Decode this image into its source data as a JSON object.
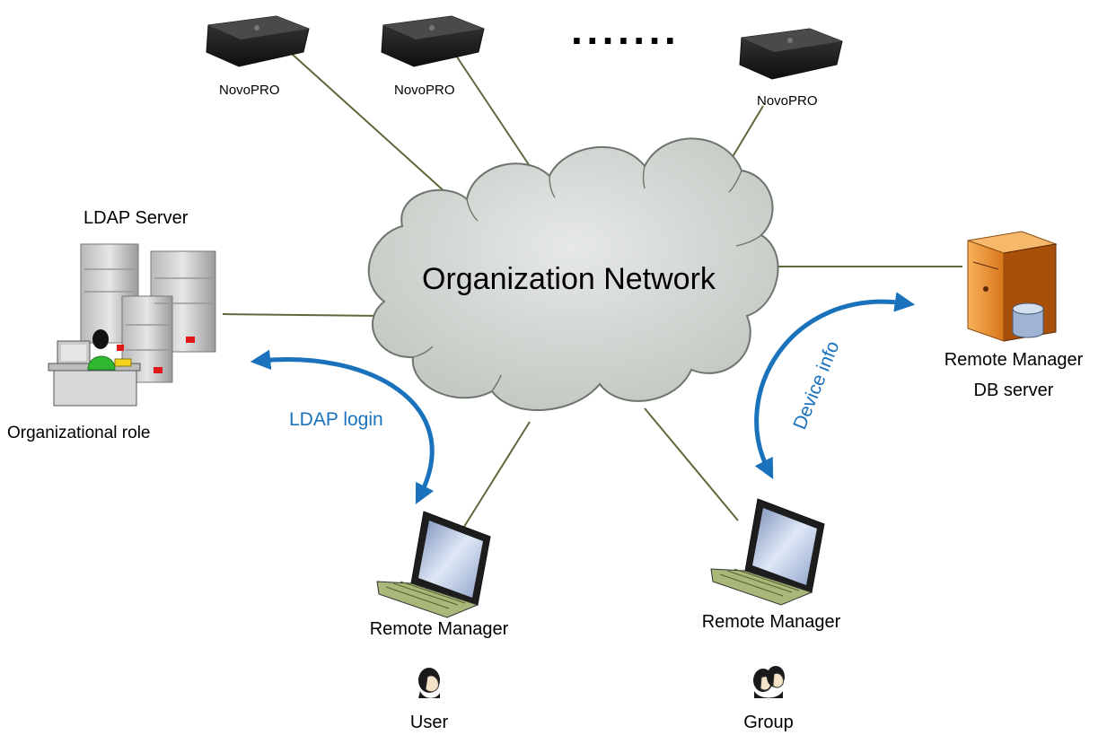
{
  "cloud": {
    "label": "Organization Network"
  },
  "devices": [
    {
      "label": "NovoPRO"
    },
    {
      "label": "NovoPRO"
    },
    {
      "label": "NovoPRO"
    }
  ],
  "ellipsis": "·······",
  "ldap_server": {
    "title": "LDAP Server",
    "caption": "Organizational role"
  },
  "db_server": {
    "line1": "Remote Manager",
    "line2": "DB server"
  },
  "laptops": [
    {
      "label": "Remote Manager"
    },
    {
      "label": "Remote Manager"
    }
  ],
  "persons": [
    {
      "label": "User"
    },
    {
      "label": "Group"
    }
  ],
  "arrows": {
    "ldap_login": "LDAP login",
    "device_info": "Device info"
  },
  "colors": {
    "connector": "#5b6a3a",
    "arrow": "#1a72bd",
    "cloud_fill": "#cfd3cf",
    "server_orange": "#f0902a",
    "laptop_green": "#a8b878"
  }
}
